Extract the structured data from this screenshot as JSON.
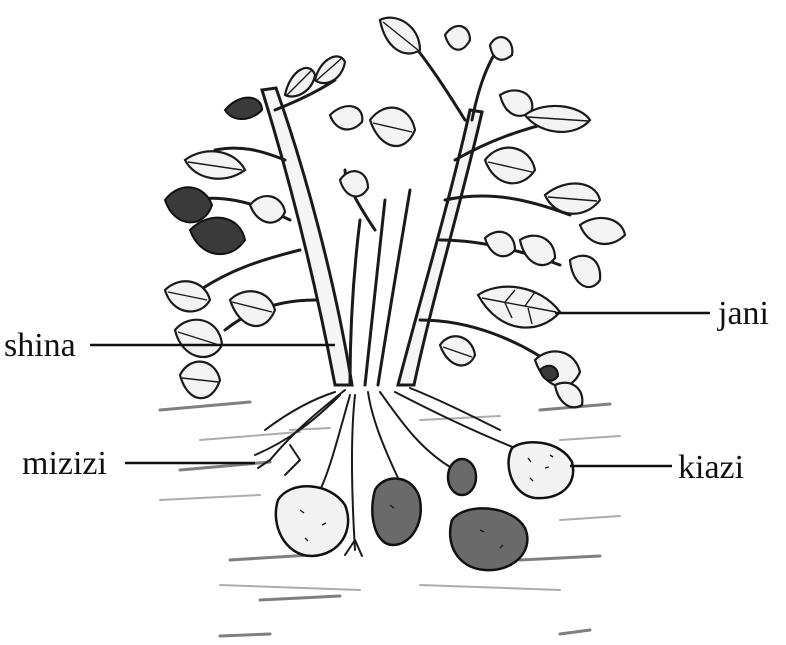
{
  "diagram": {
    "labels": {
      "shina": "shina",
      "jani": "jani",
      "mizizi": "mizizi",
      "kiazi": "kiazi"
    }
  },
  "colors": {
    "ink": "#111111",
    "background": "#ffffff",
    "tuber_fill": "#6a6a6a",
    "soil": "#555555"
  }
}
